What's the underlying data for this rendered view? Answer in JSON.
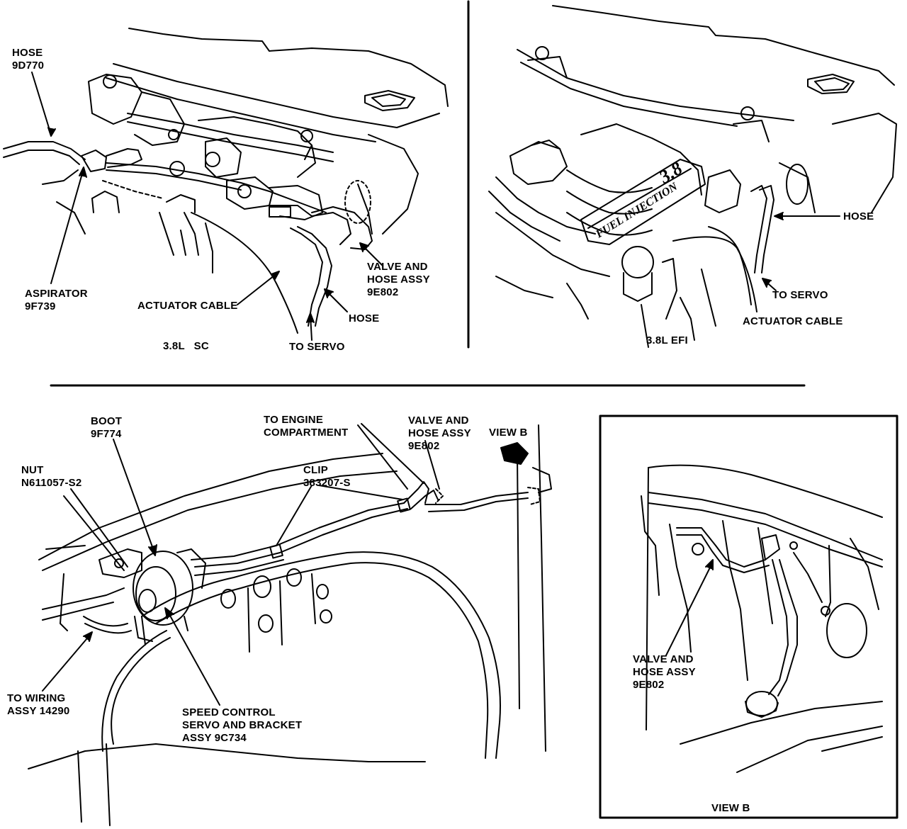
{
  "labels": {
    "hose_9d770": [
      "HOSE",
      "9D770"
    ],
    "aspirator": [
      "ASPIRATOR",
      "9F739"
    ],
    "actuator_cable_sc": "ACTUATOR CABLE",
    "valve_hose_sc": [
      "VALVE AND",
      "HOSE ASSY",
      "9E802"
    ],
    "hose_sc": "HOSE",
    "to_servo_sc": "TO SERVO",
    "engine_sc": "3.8L   SC",
    "hose_efi": "HOSE",
    "to_servo_efi": "TO SERVO",
    "actuator_cable_efi": "ACTUATOR CABLE",
    "engine_efi": "3.8L EFI",
    "boot": [
      "BOOT",
      "9F774"
    ],
    "nut": [
      "NUT",
      "N611057-S2"
    ],
    "to_engine_compartment": [
      "TO ENGINE",
      "COMPARTMENT"
    ],
    "valve_hose_bottom": [
      "VALVE AND",
      "HOSE ASSY",
      "9E802"
    ],
    "view_b_arrow": "VIEW B",
    "clip": [
      "CLIP",
      "383207-S"
    ],
    "to_wiring": [
      "TO WIRING",
      "ASSY 14290"
    ],
    "servo_bracket": [
      "SPEED CONTROL",
      "SERVO AND BRACKET",
      "ASSY 9C734"
    ],
    "valve_hose_viewb": [
      "VALVE AND",
      "HOSE ASSY",
      "9E802"
    ],
    "view_b_caption": "VIEW B"
  },
  "engine_markings": {
    "displacement": "3.8",
    "injection": "FUEL INJECTION"
  }
}
